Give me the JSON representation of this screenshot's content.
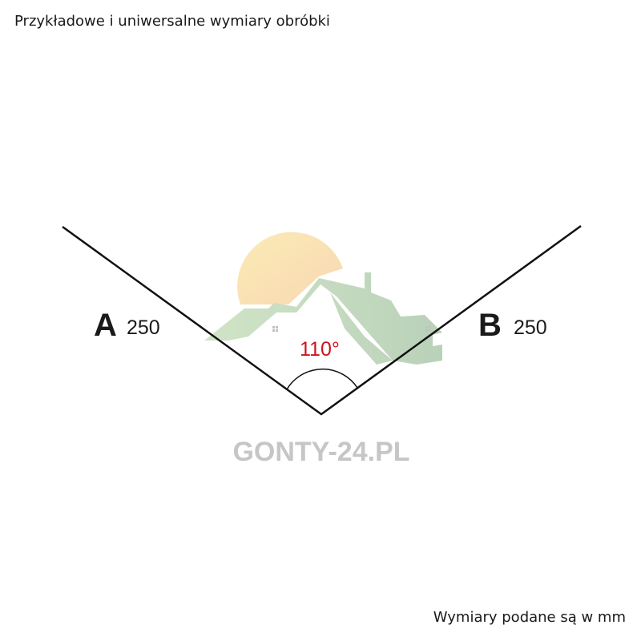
{
  "title": "Przykładowe i uniwersalne wymiary obróbki",
  "footer": "Wymiary podane są w mm",
  "sides": {
    "a": {
      "letter": "A",
      "value": "250"
    },
    "b": {
      "letter": "B",
      "value": "250"
    }
  },
  "angle": {
    "label": "110°",
    "color": "#d0121b"
  },
  "watermark": {
    "text": "GONTY-24.PL"
  }
}
